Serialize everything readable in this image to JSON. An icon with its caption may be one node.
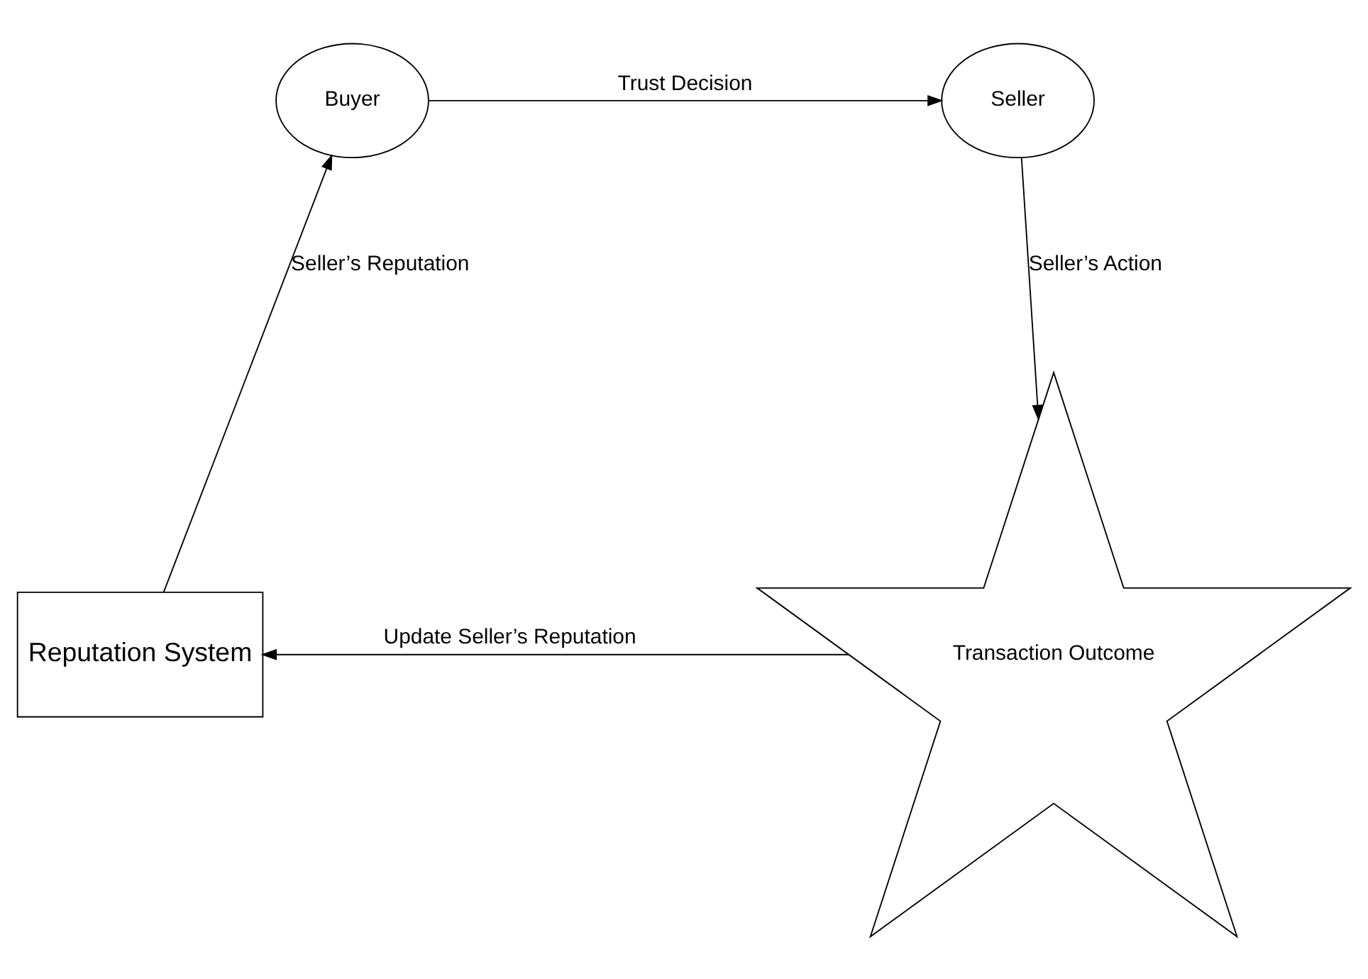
{
  "diagram": {
    "nodes": [
      {
        "text": [
          "Buyer"
        ]
      },
      {
        "text": [
          "Seller"
        ]
      },
      {
        "text": [
          "Transaction Outcome"
        ]
      },
      {
        "text": [
          "Reputation System"
        ]
      }
    ],
    "edges": [
      {
        "from": 0,
        "to": 1,
        "arrow": "to",
        "label": "Trust Decision"
      },
      {
        "from": 1,
        "to": 2,
        "arrow": "to",
        "label": "Seller’s Action"
      },
      {
        "from": 2,
        "to": 3,
        "arrow": "to",
        "label": "Update Seller’s Reputation"
      },
      {
        "from": 3,
        "to": 0,
        "arrow": "to",
        "label": "Seller’s Reputation"
      }
    ]
  }
}
